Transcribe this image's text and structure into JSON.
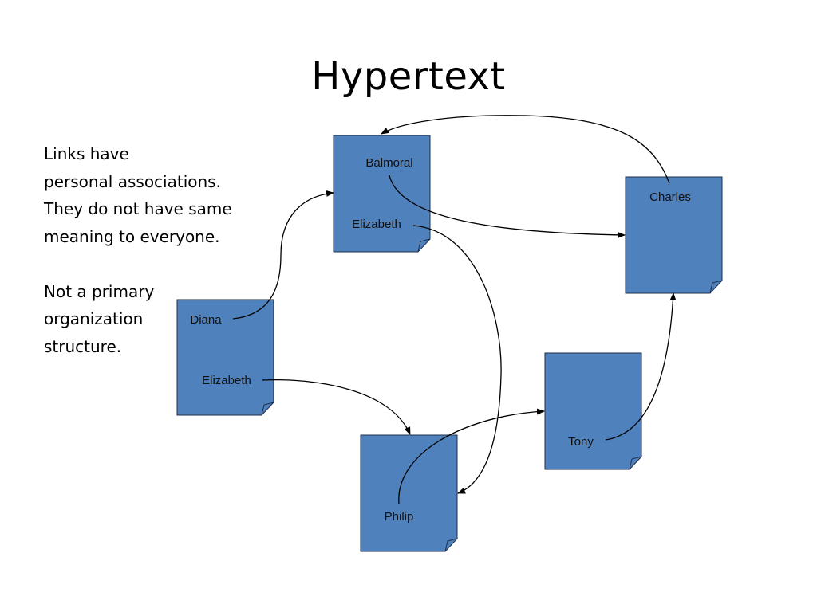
{
  "slide": {
    "title": "Hypertext",
    "bullets": [
      "Links have",
      "personal associations.",
      "They do not have same",
      "meaning to everyone.",
      "",
      "Not a primary",
      "organization",
      "structure."
    ]
  },
  "diagram": {
    "documents": [
      {
        "id": "doc-top",
        "labels": [
          "Balmoral",
          "Elizabeth"
        ]
      },
      {
        "id": "doc-charles",
        "labels": [
          "Charles"
        ]
      },
      {
        "id": "doc-diana",
        "labels": [
          "Diana",
          "Elizabeth"
        ]
      },
      {
        "id": "doc-tony",
        "labels": [
          "Tony"
        ]
      },
      {
        "id": "doc-philip",
        "labels": [
          "Philip"
        ]
      }
    ],
    "links": [
      {
        "from": "Balmoral",
        "to": "Charles"
      },
      {
        "from": "Charles",
        "to": "Balmoral"
      },
      {
        "from": "Elizabeth",
        "to": "Philip"
      },
      {
        "from": "Diana",
        "to": "Balmoral"
      },
      {
        "from": "Elizabeth",
        "to": "Philip"
      },
      {
        "from": "Philip",
        "to": "Tony"
      },
      {
        "from": "Tony",
        "to": "Charles"
      }
    ],
    "colors": {
      "doc_fill": "#4f81bd",
      "doc_stroke": "#1f2f4a",
      "link": "#000000"
    }
  }
}
